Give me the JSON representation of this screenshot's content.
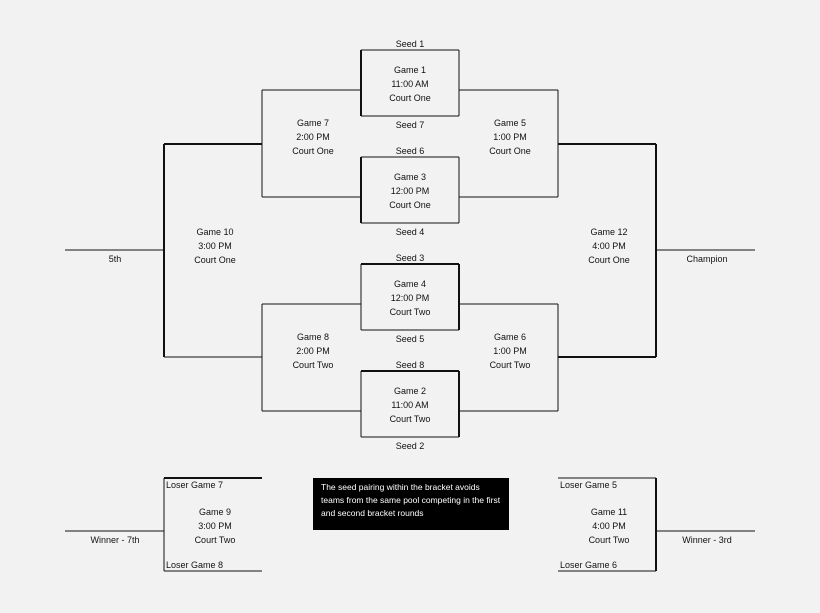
{
  "seeds": {
    "s1": "Seed 1",
    "s7": "Seed 7",
    "s6": "Seed 6",
    "s4": "Seed 4",
    "s3": "Seed 3",
    "s5": "Seed 5",
    "s8": "Seed 8",
    "s2": "Seed 2"
  },
  "games": {
    "g1": {
      "name": "Game 1",
      "time": "11:00 AM",
      "court": "Court One"
    },
    "g3": {
      "name": "Game 3",
      "time": "12:00 PM",
      "court": "Court One"
    },
    "g4": {
      "name": "Game 4",
      "time": "12:00 PM",
      "court": "Court Two"
    },
    "g2": {
      "name": "Game 2",
      "time": "11:00 AM",
      "court": "Court Two"
    },
    "g7": {
      "name": "Game 7",
      "time": "2:00 PM",
      "court": "Court One"
    },
    "g5": {
      "name": "Game 5",
      "time": "1:00 PM",
      "court": "Court One"
    },
    "g8": {
      "name": "Game 8",
      "time": "2:00 PM",
      "court": "Court Two"
    },
    "g6": {
      "name": "Game 6",
      "time": "1:00 PM",
      "court": "Court Two"
    },
    "g10": {
      "name": "Game 10",
      "time": "3:00 PM",
      "court": "Court One"
    },
    "g12": {
      "name": "Game 12",
      "time": "4:00 PM",
      "court": "Court One"
    },
    "g9": {
      "name": "Game 9",
      "time": "3:00 PM",
      "court": "Court Two"
    },
    "g11": {
      "name": "Game 11",
      "time": "4:00 PM",
      "court": "Court Two"
    }
  },
  "outcomes": {
    "fifth": "5th",
    "champion": "Champion",
    "winner7": "Winner - 7th",
    "winner3": "Winner - 3rd"
  },
  "consolation": {
    "loser_g7": "Loser Game 7",
    "loser_g8": "Loser Game 8",
    "loser_g5": "Loser Game 5",
    "loser_g6": "Loser Game 6"
  },
  "note": "The seed pairing within the bracket avoids teams from the same pool competing in the first and second bracket rounds",
  "colors": {
    "line": "#111111",
    "background": "#f2f2f2",
    "note_bg": "#000000",
    "note_text": "#ffffff"
  }
}
